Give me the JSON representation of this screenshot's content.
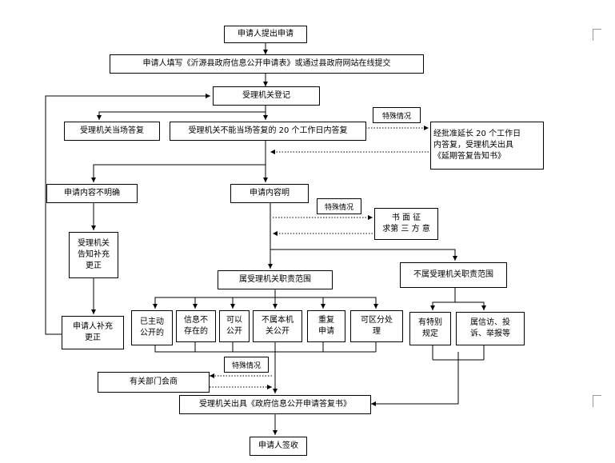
{
  "nodes": {
    "apply": "申请人提出申请",
    "fill_form": "申请人填写《沂源县政府信息公开申请表》或通过县政府网站在线提交",
    "register": "受理机关登记",
    "reply_on_spot": "受理机关当场答复",
    "reply_20_days": "受理机关不能当场答复的 20 个工作日内答复",
    "extension": "经批准延长 20 个工作日\n内答复，受理机关出具\n《延期答复告知书》",
    "unclear": "申请内容不明确",
    "clear": "申请内容明",
    "third_party": "书 面 征\n求第 三 方 意",
    "notify_supplement": "受理机关\n告知补充\n更正",
    "supplement": "申请人补充\n更正",
    "in_scope": "属受理机关职责范围",
    "out_scope": "不属受理机关职责范围",
    "disclosed": "已主动\n公开的",
    "not_exist": "信息不\n存在的",
    "can_disclose": "可以\n公开",
    "not_disclose": "不属本机\n关公开",
    "repeat": "重复\n申请",
    "partial": "可区分处\n理",
    "special_rules": "有特别\n规定",
    "petition": "属信访、投\n诉、举报等",
    "consult": "有关部门会商",
    "issue_reply": "受理机关出具《政府信息公开申请答复书》",
    "sign": "申请人签收"
  },
  "notes": {
    "special_1": "特殊情况",
    "special_2": "特殊情况",
    "special_3": "特殊情况"
  }
}
